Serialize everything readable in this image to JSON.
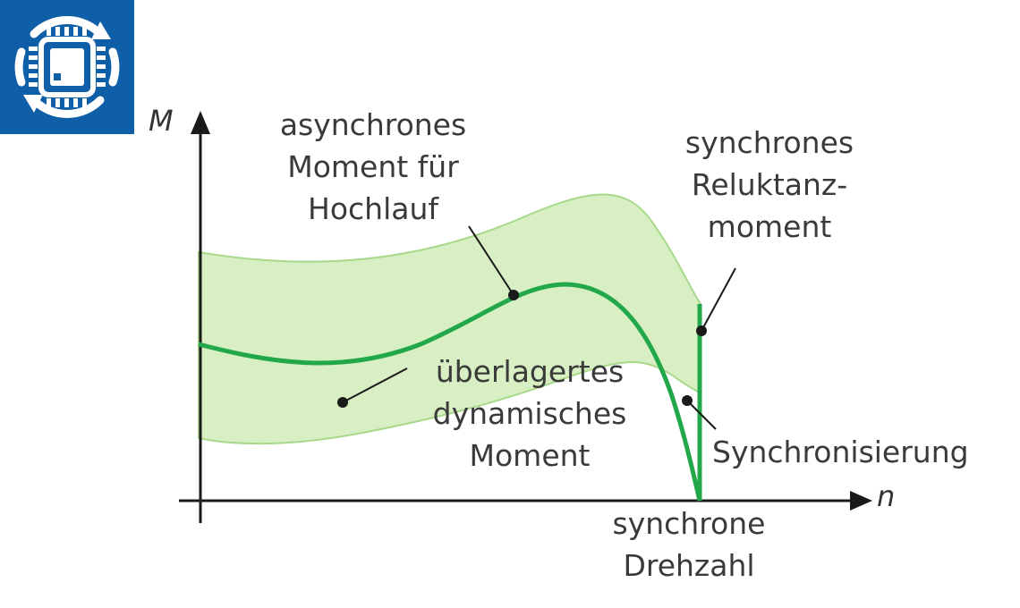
{
  "diagram": {
    "axis_y_label": "M",
    "axis_x_label": "n",
    "labels": {
      "async_line1": "asynchrones",
      "async_line2": "Moment für",
      "async_line3": "Hochlauf",
      "sync_rel_line1": "synchrones",
      "sync_rel_line2": "Reluktanz-",
      "sync_rel_line3": "moment",
      "overlay_line1": "überlagertes",
      "overlay_line2": "dynamisches",
      "overlay_line3": "Moment",
      "synchronisierung": "Synchronisierung",
      "sync_speed_line1": "synchrone",
      "sync_speed_line2": "Drehzahl"
    },
    "colors": {
      "band_fill": "#d8efc4",
      "band_stroke": "#a8d88a",
      "curve": "#22a84a",
      "axis": "#1a1a1a",
      "text": "#3a3a3a",
      "logo_bg": "#0f5ea8"
    },
    "logo_icon": "chip-refresh-icon"
  }
}
